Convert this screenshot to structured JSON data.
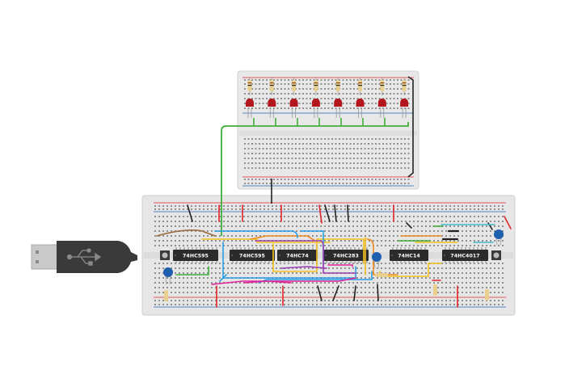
{
  "chips": [
    {
      "label": "74HC595",
      "name": "chip-74hc595-a"
    },
    {
      "label": "74HC595",
      "name": "chip-74hc595-b"
    },
    {
      "label": "74HC74",
      "name": "chip-74hc74"
    },
    {
      "label": "74HC283",
      "name": "chip-74hc283"
    },
    {
      "label": "74HC14",
      "name": "chip-74hc14"
    },
    {
      "label": "74HC4017",
      "name": "chip-74hc4017"
    }
  ],
  "led_count": 8,
  "colors": {
    "breadboard": "#e6e6e6",
    "breadboard_edge": "#cfcfcf",
    "chip": "#2b2b2b",
    "led_red": "#b3171d",
    "resistor": "#e9cf8e",
    "wire_green": "#3fae3a",
    "wire_yellow": "#f2c01f",
    "wire_blue": "#2a9ee6",
    "wire_purple": "#9a3fb3",
    "wire_pink": "#e0259b",
    "wire_orange": "#f08a1c",
    "wire_red": "#e0262b",
    "wire_black": "#222222",
    "wire_teal": "#43b8c8",
    "capacitor": "#1f5fb0",
    "usb_plug": "#6e6e6e"
  },
  "icons": {
    "usb": "usb-symbol-icon"
  }
}
